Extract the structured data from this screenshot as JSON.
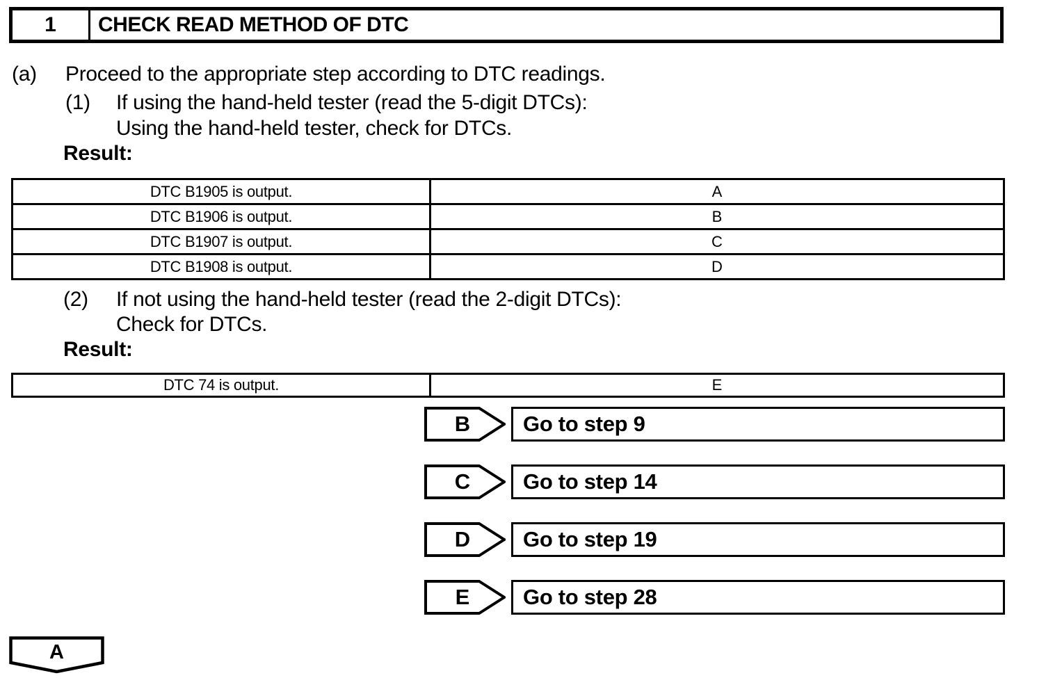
{
  "step_header": {
    "number": "1",
    "title": "CHECK READ METHOD OF DTC"
  },
  "procedure": {
    "item_a": {
      "label": "(a)",
      "text": "Proceed to the appropriate step according to DTC readings."
    },
    "sub_1": {
      "label": "(1)",
      "line1": "If using the hand-held tester (read the 5-digit DTCs):",
      "line2": "Using the hand-held tester, check for DTCs."
    },
    "result_1": {
      "label": "Result:",
      "rows": [
        {
          "condition": "DTC B1905 is output.",
          "proceed_to": "A"
        },
        {
          "condition": "DTC B1906 is output.",
          "proceed_to": "B"
        },
        {
          "condition": "DTC B1907 is output.",
          "proceed_to": "C"
        },
        {
          "condition": "DTC B1908 is output.",
          "proceed_to": "D"
        }
      ]
    },
    "sub_2": {
      "label": "(2)",
      "line1": "If not using the hand-held tester (read the 2-digit DTCs):",
      "line2": "Check for DTCs."
    },
    "result_2": {
      "label": "Result:",
      "rows": [
        {
          "condition": "DTC 74 is output.",
          "proceed_to": "E"
        }
      ]
    }
  },
  "routes": [
    {
      "label": "B",
      "action": "Go to step 9"
    },
    {
      "label": "C",
      "action": "Go to step 14"
    },
    {
      "label": "D",
      "action": "Go to step 19"
    },
    {
      "label": "E",
      "action": "Go to step 28"
    }
  ],
  "continuation_marker": {
    "label": "A"
  },
  "colors": {
    "ink": "#000000",
    "paper": "#ffffff"
  }
}
